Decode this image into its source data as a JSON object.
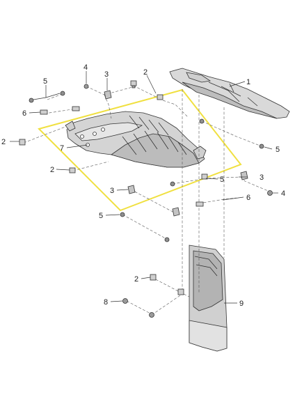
{
  "diagram": {
    "highlight_color": "#f0e040",
    "callouts": [
      {
        "id": "c1",
        "label": "1"
      },
      {
        "id": "c2a",
        "label": "2"
      },
      {
        "id": "c2b",
        "label": "2"
      },
      {
        "id": "c2c",
        "label": "2"
      },
      {
        "id": "c2d",
        "label": "2"
      },
      {
        "id": "c3a",
        "label": "3"
      },
      {
        "id": "c3b",
        "label": "3"
      },
      {
        "id": "c3c",
        "label": "3"
      },
      {
        "id": "c4a",
        "label": "4"
      },
      {
        "id": "c4b",
        "label": "4"
      },
      {
        "id": "c5a",
        "label": "5"
      },
      {
        "id": "c5b",
        "label": "5"
      },
      {
        "id": "c5c",
        "label": "5"
      },
      {
        "id": "c5d",
        "label": "5"
      },
      {
        "id": "c6a",
        "label": "6"
      },
      {
        "id": "c6b",
        "label": "6"
      },
      {
        "id": "c7",
        "label": "7"
      },
      {
        "id": "c8",
        "label": "8"
      },
      {
        "id": "c9",
        "label": "9"
      }
    ]
  }
}
